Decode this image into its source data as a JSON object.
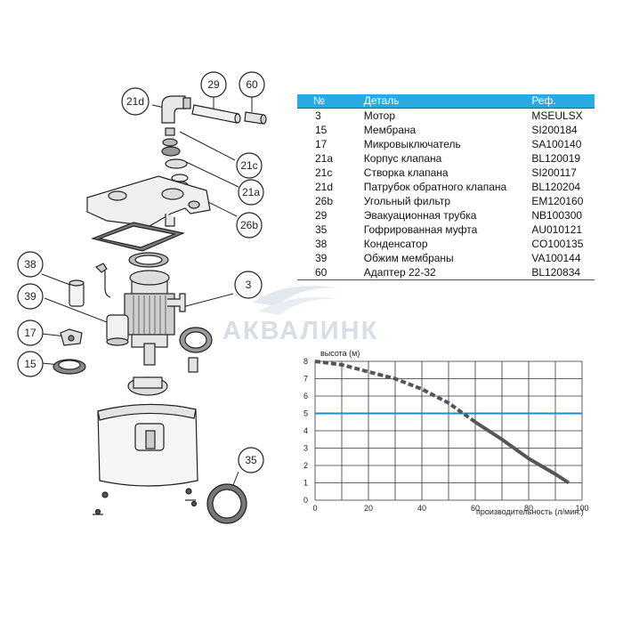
{
  "callouts": [
    "21d",
    "29",
    "60",
    "21c",
    "21a",
    "26b",
    "38",
    "39",
    "17",
    "15",
    "3",
    "35"
  ],
  "table": {
    "headers": {
      "num": "№",
      "name": "Деталь",
      "ref": "Реф."
    },
    "rows": [
      {
        "num": "3",
        "name": "Мотор",
        "ref": "MSEULSX"
      },
      {
        "num": "15",
        "name": "Мембрана",
        "ref": "SI200184"
      },
      {
        "num": "17",
        "name": "Микровыключатель",
        "ref": "SA100140"
      },
      {
        "num": "21a",
        "name": "Корпус клапана",
        "ref": "BL120019"
      },
      {
        "num": "21c",
        "name": "Створка клапана",
        "ref": "SI200117"
      },
      {
        "num": "21d",
        "name": "Патрубок обратного клапана",
        "ref": "BL120204"
      },
      {
        "num": "26b",
        "name": "Угольный фильтр",
        "ref": "EM120160"
      },
      {
        "num": "29",
        "name": "Эвакуационная трубка",
        "ref": "NB100300"
      },
      {
        "num": "35",
        "name": "Гофрированная муфта",
        "ref": "AU010121"
      },
      {
        "num": "38",
        "name": "Конденсатор",
        "ref": "CO100135"
      },
      {
        "num": "39",
        "name": "Обжим мембраны",
        "ref": "VA100144"
      },
      {
        "num": "60",
        "name": "Адаптер 22-32",
        "ref": "BL120834"
      }
    ]
  },
  "watermark": "АКВАЛИНК",
  "chart_data": {
    "type": "line",
    "xlabel": "производительность (л/мин.)",
    "ylabel": "высота (м)",
    "xlim": [
      0,
      100
    ],
    "ylim": [
      0,
      8
    ],
    "xticks": [
      0,
      20,
      40,
      60,
      80,
      100
    ],
    "yticks": [
      0,
      1,
      2,
      3,
      4,
      5,
      6,
      7,
      8
    ],
    "reference_line": {
      "y": 5,
      "color": "#1e8bc3"
    },
    "series": [
      {
        "style": "dashed",
        "color": "#555555",
        "points": [
          [
            0,
            8
          ],
          [
            10,
            7.8
          ],
          [
            20,
            7.4
          ],
          [
            30,
            7
          ],
          [
            40,
            6.4
          ],
          [
            50,
            5.6
          ],
          [
            60,
            4.5
          ]
        ]
      },
      {
        "style": "solid",
        "color": "#555555",
        "points": [
          [
            60,
            4.5
          ],
          [
            70,
            3.5
          ],
          [
            80,
            2.4
          ],
          [
            90,
            1.5
          ],
          [
            95,
            1
          ]
        ]
      }
    ],
    "grid": true
  }
}
